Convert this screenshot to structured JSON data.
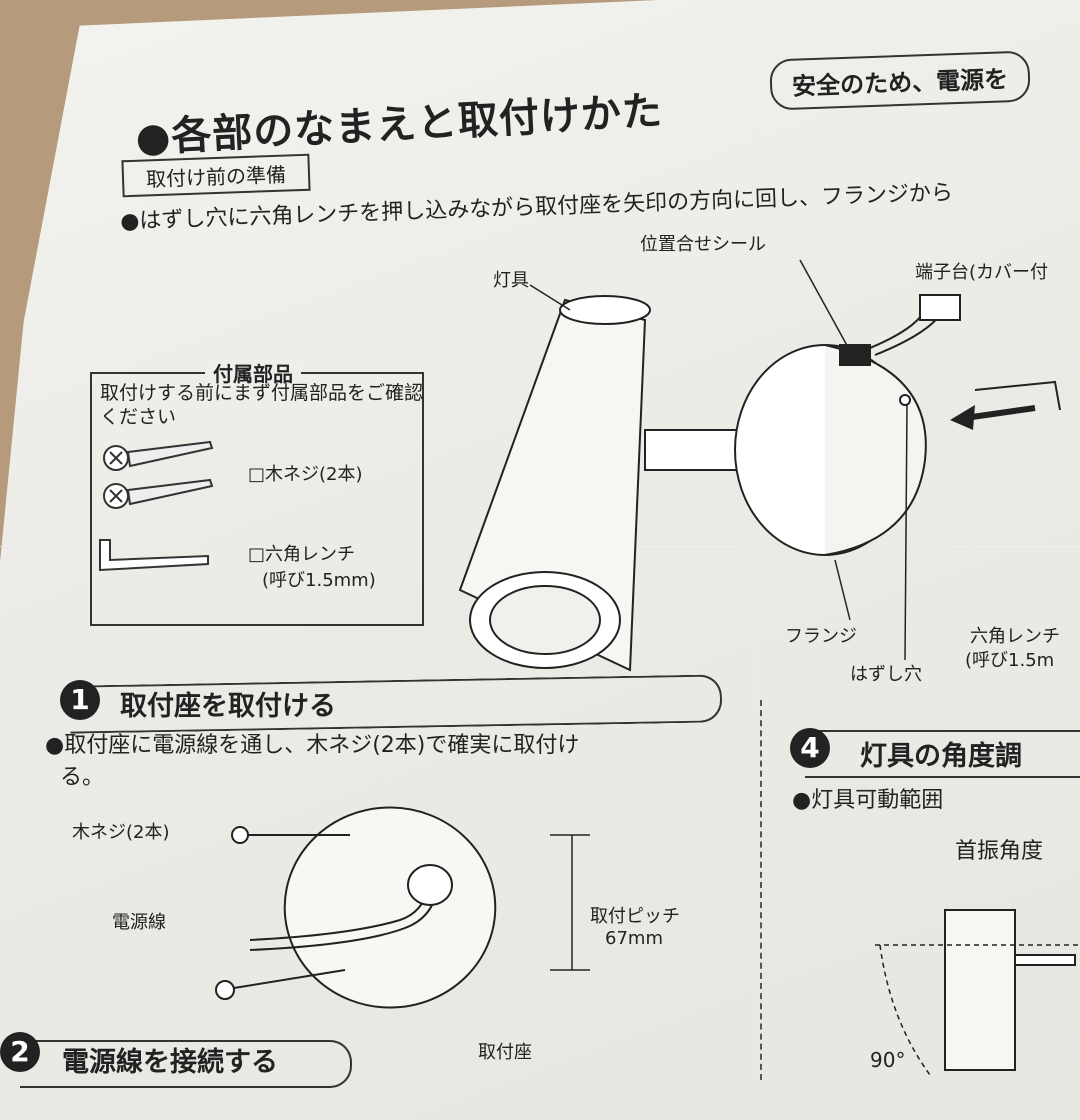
{
  "header": {
    "title": "●各部のなまえと取付けかた",
    "notice": "安全のため、電源を"
  },
  "prep": {
    "label": "取付け前の準備",
    "text": "●はずし穴に六角レンチを押し込みながら取付座を矢印の方向に回し、フランジから"
  },
  "accessories": {
    "title": "付属部品",
    "intro_line1": "取付けする前にまず付属部品をご確認",
    "intro_line2": "ください",
    "screw_label": "□木ネジ(2本)",
    "wrench_label": "□六角レンチ",
    "wrench_size": "(呼び1.5mm)"
  },
  "diagram_labels": {
    "fixture": "灯具",
    "alignment_seal": "位置合せシール",
    "terminal": "端子台(カバー付",
    "flange": "フランジ",
    "release_hole": "はずし穴",
    "hex_wrench": "六角レンチ",
    "hex_size": "(呼び1.5m"
  },
  "step1": {
    "number": "1",
    "title": "取付座を取付ける",
    "text_line1": "●取付座に電源線を通し、木ネジ(2本)で確実に取付け",
    "text_line2": "る。",
    "wood_screw": "木ネジ(2本)",
    "power_cable": "電源線",
    "pitch_label": "取付ピッチ",
    "pitch_value": "67mm",
    "mount_base": "取付座"
  },
  "step2": {
    "number": "2",
    "title": "電源線を接続する"
  },
  "step4": {
    "number": "4",
    "title": "灯具の角度調",
    "text": "●灯具可動範囲",
    "swivel": "首振角度",
    "angle": "90°"
  }
}
